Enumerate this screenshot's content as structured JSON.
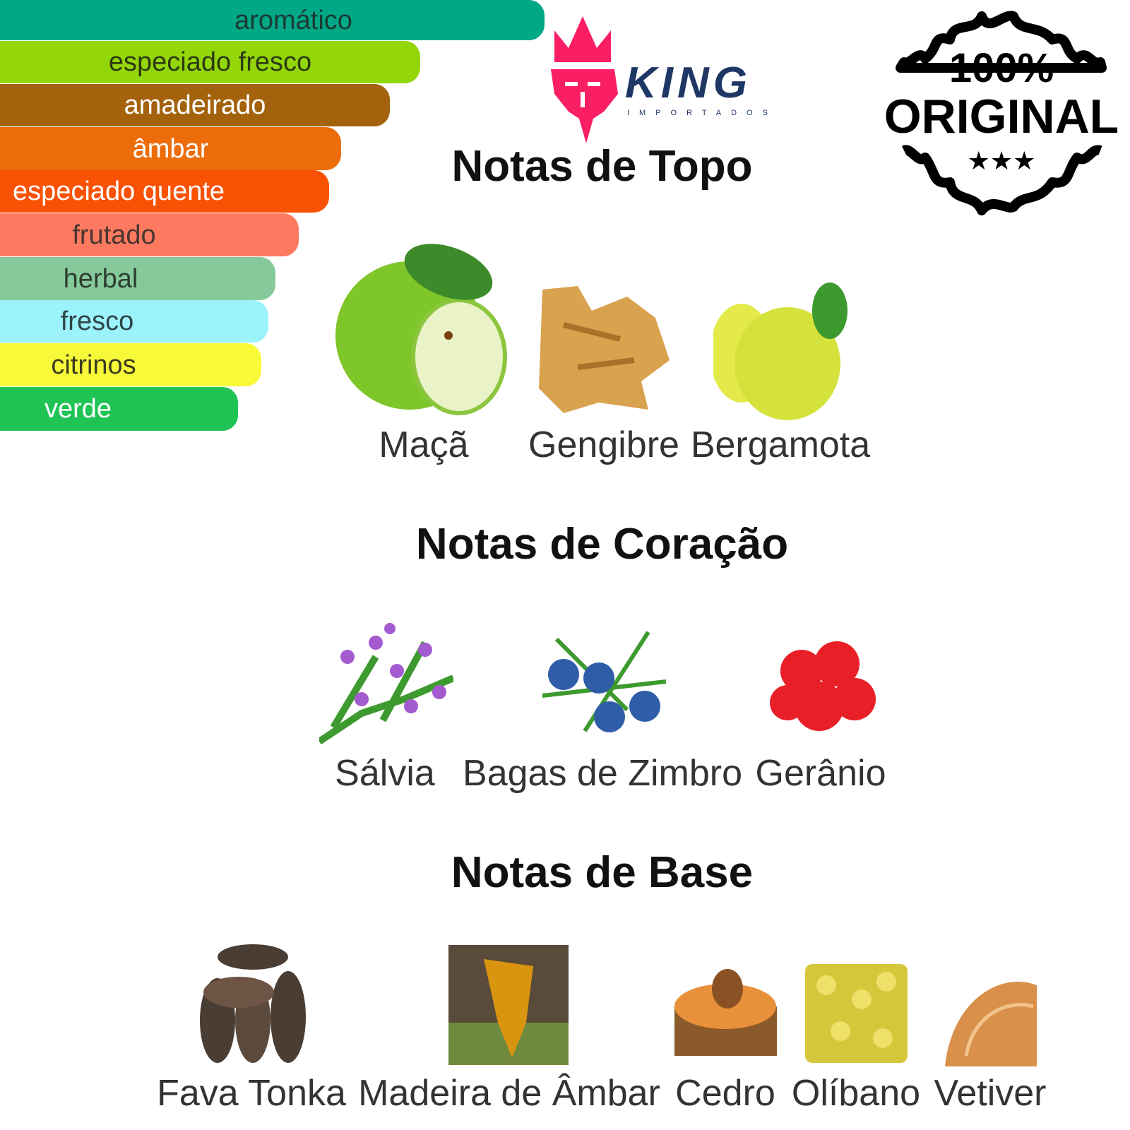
{
  "accords": [
    {
      "label": "aromático",
      "color": "#00a886",
      "text": "#1b3b33"
    },
    {
      "label": "especiado fresco",
      "color": "#93d60a",
      "text": "#2d3a10"
    },
    {
      "label": "amadeirado",
      "color": "#a3620b",
      "text": "#ffffff"
    },
    {
      "label": "âmbar",
      "color": "#ec6d0a",
      "text": "#ffffff"
    },
    {
      "label": "especiado quente",
      "color": "#fa5204",
      "text": "#ffffff"
    },
    {
      "label": "frutado",
      "color": "#fd7a60",
      "text": "#4a3530"
    },
    {
      "label": "herbal",
      "color": "#86c99a",
      "text": "#2f3e33"
    },
    {
      "label": "fresco",
      "color": "#9cf3fb",
      "text": "#2f4448"
    },
    {
      "label": "citrinos",
      "color": "#f8f939",
      "text": "#3d3d20"
    },
    {
      "label": "verde",
      "color": "#1fc455",
      "text": "#ffffff"
    }
  ],
  "logo": {
    "brand": "KING",
    "sub": "IMPORTADOS",
    "brand_color": "#1e3765",
    "accent": "#fa1e64"
  },
  "badge": {
    "line1": "100%",
    "line2": "ORIGINAL",
    "stars": "★★★"
  },
  "sections": {
    "top": {
      "title": "Notas de Topo",
      "notes": [
        "Maçã",
        "Gengibre",
        "Bergamota"
      ]
    },
    "heart": {
      "title": "Notas de Coração",
      "notes": [
        "Sálvia",
        "Bagas de Zimbro",
        "Gerânio"
      ]
    },
    "base": {
      "title": "Notas de Base",
      "notes": [
        "Fava Tonka",
        "Madeira de Âmbar",
        "Cedro",
        "Olíbano",
        "Vetiver"
      ]
    }
  }
}
